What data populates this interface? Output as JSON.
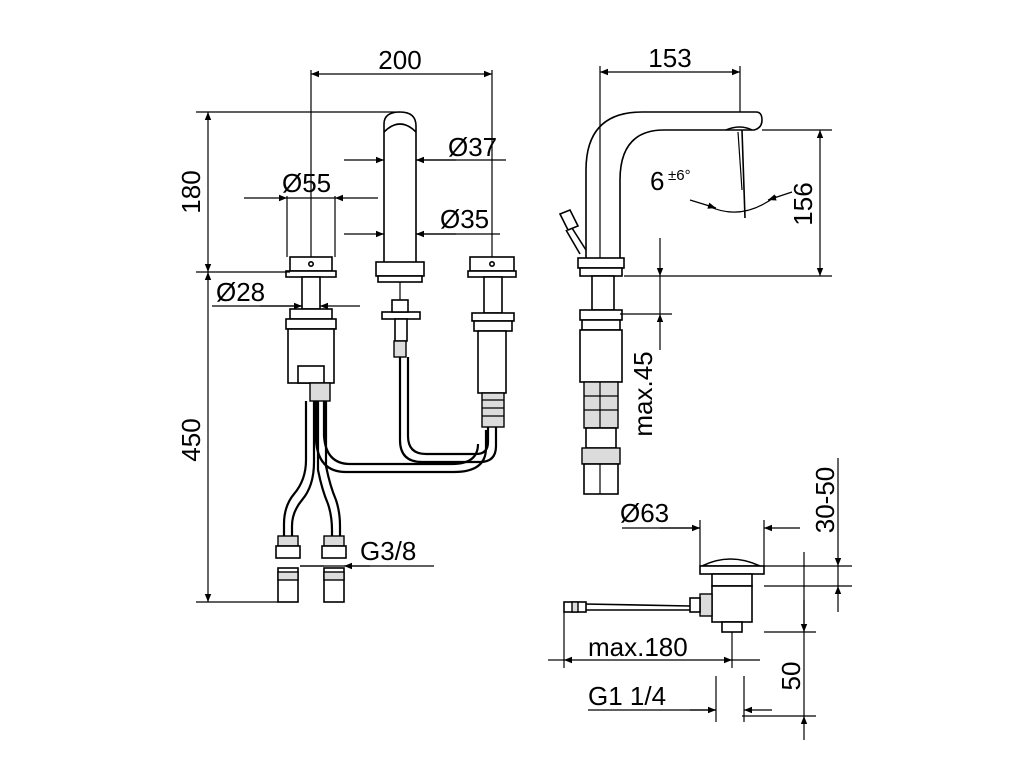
{
  "drawing": {
    "front_view": {
      "dims": {
        "width_200": "200",
        "dia_37": "Ø37",
        "dia_35": "Ø35",
        "dia_55": "Ø55",
        "dia_28": "Ø28",
        "height_180": "180",
        "height_450": "450",
        "thread_g38": "G3/8"
      }
    },
    "side_view": {
      "dims": {
        "reach_153": "153",
        "height_156": "156",
        "angle_base": "6",
        "angle_tol": "±6°",
        "max_45": "max.45"
      }
    },
    "drain_view": {
      "dims": {
        "dia_63": "Ø63",
        "range_30_50": "30-50",
        "max_180": "max.180",
        "height_50": "50",
        "thread_g114": "G1 1/4"
      }
    }
  }
}
